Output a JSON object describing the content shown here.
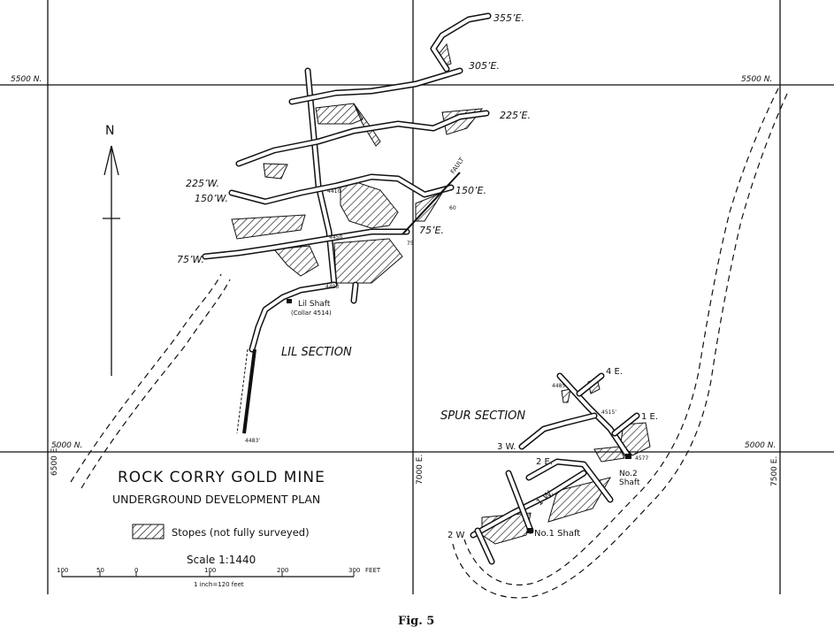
{
  "title": {
    "line1": "ROCK CORRY GOLD MINE",
    "line2": "UNDERGROUND DEVELOPMENT PLAN"
  },
  "legend": {
    "stopes_label": "Stopes (not fully surveyed)"
  },
  "scale": {
    "title": "Scale 1:1440",
    "ticks": [
      "100",
      "50",
      "0",
      "100",
      "200",
      "300"
    ],
    "unit": "FEET",
    "note": "1 inch=120 feet"
  },
  "north_arrow": {
    "label": "N"
  },
  "grid_labels": {
    "n5500_left": "5500 N.",
    "n5500_right": "5500 N.",
    "n5000_left": "5000 N.",
    "n5000_right": "5000 N.",
    "e6500": "6500 E.",
    "e7000": "7000 E.",
    "e7500": "7500 E."
  },
  "levels": {
    "e355": "355’E.",
    "e305": "305’E.",
    "e225": "225’E.",
    "e150": "150’E.",
    "e75": "75’E.",
    "w225": "225’W.",
    "w150": "150’W.",
    "w75": "75’W.",
    "fault": "FAULT",
    "dip60": "60",
    "dip75": "75"
  },
  "lil_section": {
    "label": "LIL SECTION",
    "shaft": "Lil Shaft",
    "collar": "(Collar 4514)",
    "elev_4410": "4410",
    "elev_4450": "4450",
    "elev_4493": "4493",
    "elev_4483": "4483’"
  },
  "spur_section": {
    "label": "SPUR SECTION",
    "e4": "4 E.",
    "e1": "1 E.",
    "w3": "3 W.",
    "e2": "2 E.",
    "w1": "1 W.",
    "w2": "2 W",
    "shaft1": "No.1 Shaft",
    "shaft2_a": "No.2",
    "shaft2_b": "Shaft",
    "elev_4485": "4485",
    "elev_4515": "4515’",
    "elev_4577": "4577"
  },
  "caption": "Fig. 5"
}
